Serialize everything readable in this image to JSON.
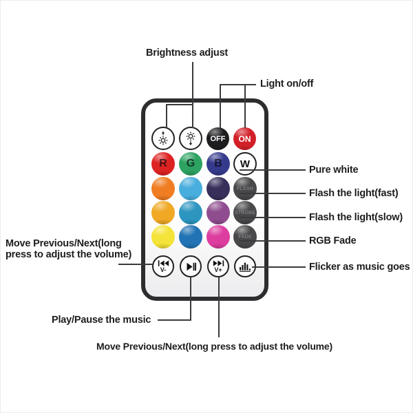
{
  "canvas": {
    "background": "#ffffff",
    "line_color": "#3a3a3c",
    "text_color": "#1d1d1d"
  },
  "callouts": {
    "brightness": "Brightness adjust",
    "light_on_off": "Light on/off",
    "pure_white": "Pure white",
    "flash_fast": "Flash the light(fast)",
    "flash_slow": "Flash the light(slow)",
    "rgb_fade": "RGB Fade",
    "flicker": "Flicker as music goes",
    "prev_next_side_line1": "Move Previous/Next(long",
    "prev_next_side_line2": "press to adjust the volume)",
    "play_pause": "Play/Pause the music",
    "prev_next_bottom": "Move Previous/Next(long press to adjust the volume)"
  },
  "remote": {
    "body_border_color": "#2d2d2f",
    "buttons": {
      "off_label": "OFF",
      "on_label": "ON",
      "red_label": "R",
      "green_label": "G",
      "blue_label": "B",
      "white_label": "W",
      "flash_label": "FLASH",
      "strobe_label": "STROBE",
      "fade_label": "FADE",
      "vol_down_label": "V-",
      "vol_up_label": "V+"
    },
    "icons": {
      "brightness_up": "sun-up-arrow-icon",
      "brightness_down": "sun-down-arrow-icon",
      "previous": "prev-track-icon",
      "play_pause": "play-pause-icon",
      "next": "next-track-icon",
      "music": "equalizer-bars-icon"
    },
    "colors": {
      "off_bg": "#1d1d1f",
      "on_bg": "#d32028",
      "red": "#dd2322",
      "green": "#2da261",
      "blue": "#363a8c",
      "orange": "#f07d22",
      "sky_blue": "#49aedd",
      "dark_purple": "#38305b",
      "amber": "#f0a825",
      "teal_blue": "#2d96c0",
      "purple": "#8f4d8f",
      "yellow": "#f4e338",
      "deep_blue": "#2273b5",
      "magenta": "#dc3d9f",
      "function_dark": "#48484a"
    }
  }
}
